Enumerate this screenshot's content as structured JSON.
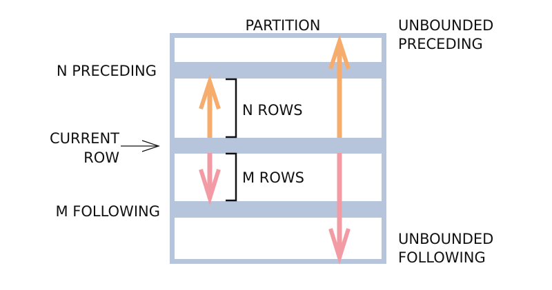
{
  "title": "PARTITION",
  "colors": {
    "partition": "#b6c5dc",
    "preceding_arrow": "#f5ac6c",
    "following_arrow": "#f29ba4",
    "text": "#111111",
    "background": "#ffffff"
  },
  "left_labels": {
    "n_preceding": "N PRECEDING",
    "current_row_line1": "CURRENT",
    "current_row_line2": "ROW",
    "m_following": "M FOLLOWING"
  },
  "right_labels": {
    "unbounded_preceding_line1": "UNBOUNDED",
    "unbounded_preceding_line2": "PRECEDING",
    "unbounded_following_line1": "UNBOUNDED",
    "unbounded_following_line2": "FOLLOWING"
  },
  "brackets": {
    "n_rows": "N ROWS",
    "m_rows": "M ROWS"
  }
}
